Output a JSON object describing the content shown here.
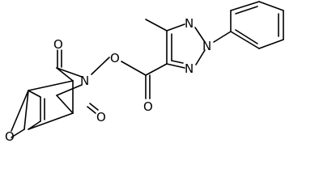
{
  "diagram": {
    "type": "chemical-structure",
    "atoms": {
      "o_upper_carbonyl": "O",
      "o_lower_carbonyl": "O",
      "n_imide": "N",
      "o_ester_link": "O",
      "o_ester_carbonyl": "O",
      "o_bridge": "O",
      "n_triazole_1": "N",
      "n_triazole_2": "N",
      "n_triazole_3": "N"
    }
  }
}
